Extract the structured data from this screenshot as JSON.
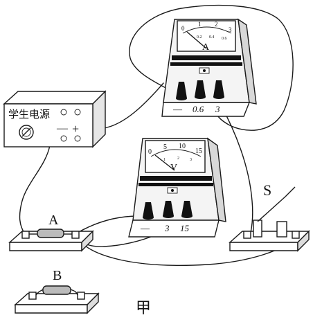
{
  "power_supply": {
    "label": "学生电源",
    "minus": "—",
    "plus": "+"
  },
  "ammeter": {
    "scale_upper": [
      "0",
      "1",
      "2",
      "3"
    ],
    "scale_lower": [
      "0.2",
      "0.4",
      "0.6"
    ],
    "symbol": "A",
    "terminals": [
      "—",
      "0.6",
      "3"
    ]
  },
  "voltmeter": {
    "scale_upper": [
      "0",
      "5",
      "10",
      "15"
    ],
    "scale_lower": [
      "1",
      "2",
      "3"
    ],
    "symbol": "V",
    "terminals": [
      "—",
      "3",
      "15"
    ]
  },
  "switch": {
    "label": "S"
  },
  "resistor_a": {
    "label": "A"
  },
  "resistor_b": {
    "label": "B"
  },
  "caption": "甲"
}
